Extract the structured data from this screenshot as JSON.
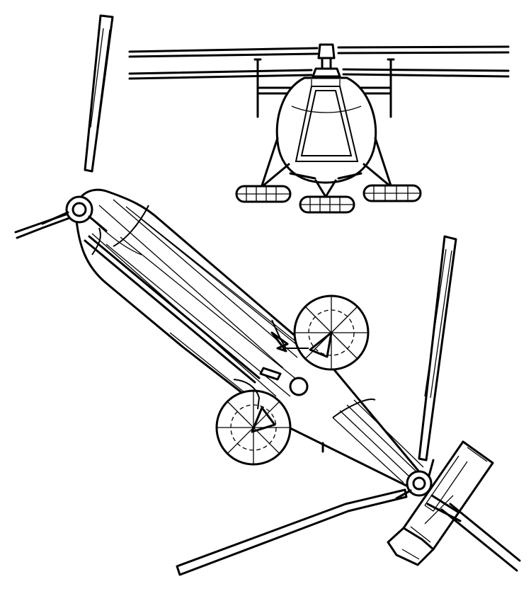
{
  "figure": {
    "kind": "line-drawing",
    "subject": "coaxial-rotor-helicopter",
    "views": [
      {
        "id": "front-view",
        "position": "top-right"
      },
      {
        "id": "plan-view",
        "position": "center"
      }
    ],
    "ink_color": "#000000",
    "paper_color": "#ffffff"
  }
}
